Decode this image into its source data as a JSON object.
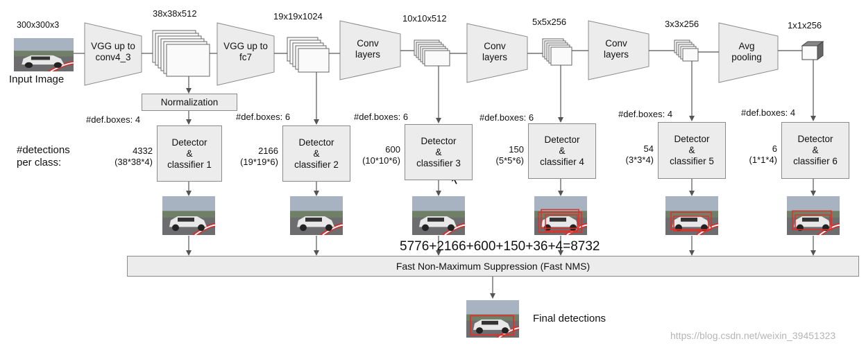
{
  "input": {
    "size_label": "300x300x3",
    "caption": "Input Image"
  },
  "trapezoids": [
    {
      "label": "VGG up to conv4_3"
    },
    {
      "label": "VGG up to fc7"
    },
    {
      "label": "Conv layers"
    },
    {
      "label": "Conv layers"
    },
    {
      "label": "Conv layers"
    },
    {
      "label": "Avg pooling"
    }
  ],
  "feature_maps": [
    {
      "size": "38x38x512"
    },
    {
      "size": "19x19x1024"
    },
    {
      "size": "10x10x512"
    },
    {
      "size": "5x5x256"
    },
    {
      "size": "3x3x256"
    },
    {
      "size": "1x1x256"
    }
  ],
  "normalization": "Normalization",
  "detections_label": "#detections per class:",
  "detectors": [
    {
      "defboxes": "#def.boxes: 4",
      "line1": "Detector",
      "line2": "&",
      "line3": "classifier 1",
      "count": "4332",
      "formula": "(38*38*4)"
    },
    {
      "defboxes": "#def.boxes: 6",
      "line1": "Detector",
      "line2": "&",
      "line3": "classifier 2",
      "count": "2166",
      "formula": "(19*19*6)"
    },
    {
      "defboxes": "#def.boxes: 6",
      "line1": "Detector",
      "line2": "&",
      "line3": "classifier 3",
      "count": "600",
      "formula": "(10*10*6)"
    },
    {
      "defboxes": "#def.boxes: 6",
      "line1": "Detector",
      "line2": "&",
      "line3": "classifier 4",
      "count": "150",
      "formula": "(5*5*6)"
    },
    {
      "defboxes": "#def.boxes: 4",
      "line1": "Detector",
      "line2": "&",
      "line3": "classifier 5",
      "count": "54",
      "formula": "(3*3*4)"
    },
    {
      "defboxes": "#def.boxes: 4",
      "line1": "Detector",
      "line2": "&",
      "line3": "classifier 6",
      "count": "6",
      "formula": "(1*1*4)"
    }
  ],
  "sum_equation": "5776+2166+600+150+36+4=8732",
  "nms": "Fast Non-Maximum Suppression (Fast NMS)",
  "final": "Final detections",
  "watermark": "https://blog.csdn.net/weixin_39451323",
  "colors": {
    "box_fill": "#ececec",
    "box_stroke": "#8a8a8a",
    "arrow": "#555555",
    "detection_box": "#e0302a"
  }
}
